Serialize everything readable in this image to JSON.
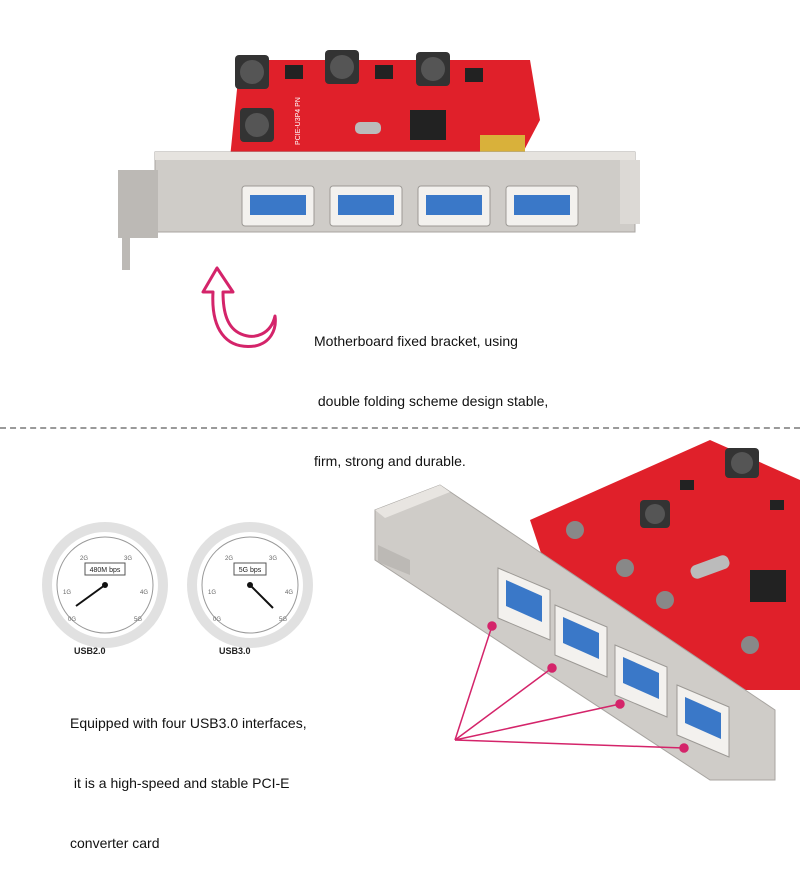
{
  "top_section": {
    "caption_lines": [
      "Motherboard fixed bracket, using",
      " double folding scheme design stable,",
      "firm, strong and durable."
    ],
    "arrow_color": "#d4246a"
  },
  "bottom_section": {
    "caption_lines": [
      "Equipped with four USB3.0 interfaces,",
      " it is a high-speed and stable PCI-E",
      "converter card"
    ],
    "callout_color": "#d4246a",
    "gauges": [
      {
        "label": "USB2.0",
        "speed_badge": "480M bps",
        "ticks": [
          "0G",
          "1G",
          "2G",
          "3G",
          "4G",
          "5G"
        ],
        "needle_value_gbps": 0.48
      },
      {
        "label": "USB3.0",
        "speed_badge": "5G bps",
        "ticks": [
          "0G",
          "1G",
          "2G",
          "3G",
          "4G",
          "5G"
        ],
        "needle_value_gbps": 5
      }
    ]
  },
  "product": {
    "board_color": "#e0202a",
    "port_color": "#3a78c8",
    "bracket_color": "#c9c6c2",
    "silkscreen_text": "PCIE-U3P4 PN"
  }
}
